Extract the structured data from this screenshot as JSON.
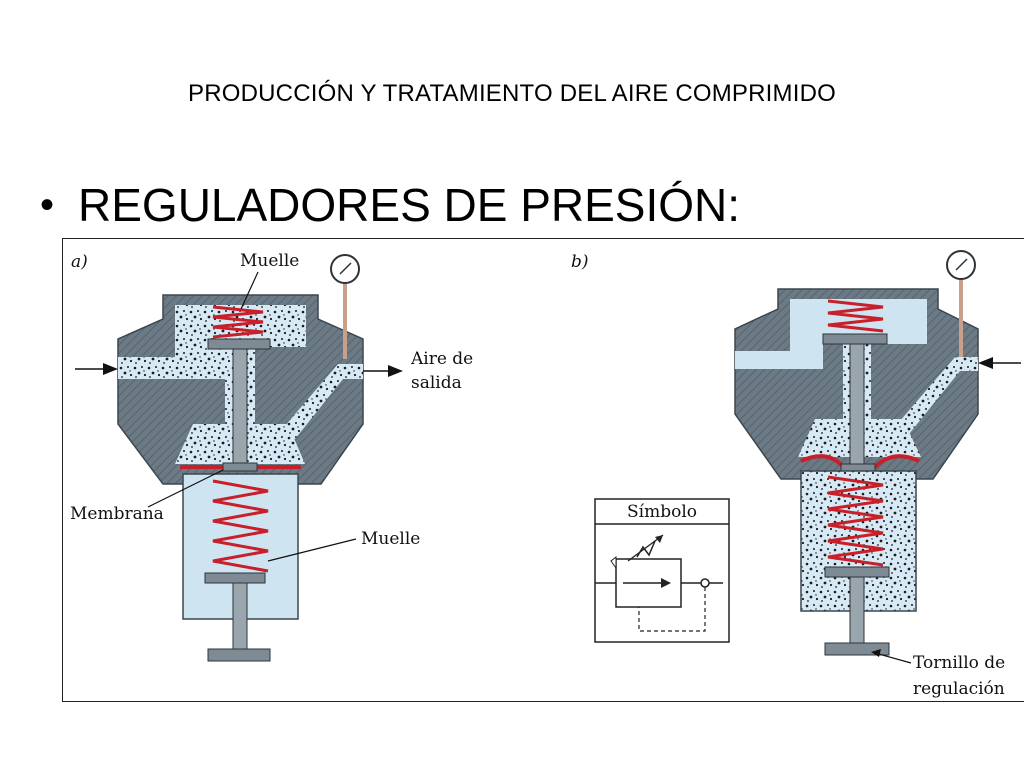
{
  "slide": {
    "title": "PRODUCCIÓN Y TRATAMIENTO DEL AIRE COMPRIMIDO",
    "bullet": "•",
    "heading": "REGULADORES DE PRESIÓN:"
  },
  "figure": {
    "panel_a": {
      "tag": "a)",
      "spring_top_label": "Muelle",
      "outlet_label_line1": "Aire de",
      "outlet_label_line2": "salida",
      "membrane_label": "Membrana",
      "spring_bottom_label": "Muelle"
    },
    "panel_b": {
      "tag": "b)",
      "symbol_title": "Símbolo",
      "screw_label_line1": "Tornillo de",
      "screw_label_line2": "regulación"
    }
  },
  "colors": {
    "body": "#6b7a85",
    "chamber": "#cfe4f1",
    "spring": "#c8202a",
    "membrane": "#c8202a",
    "metal": "#7e8b94"
  }
}
